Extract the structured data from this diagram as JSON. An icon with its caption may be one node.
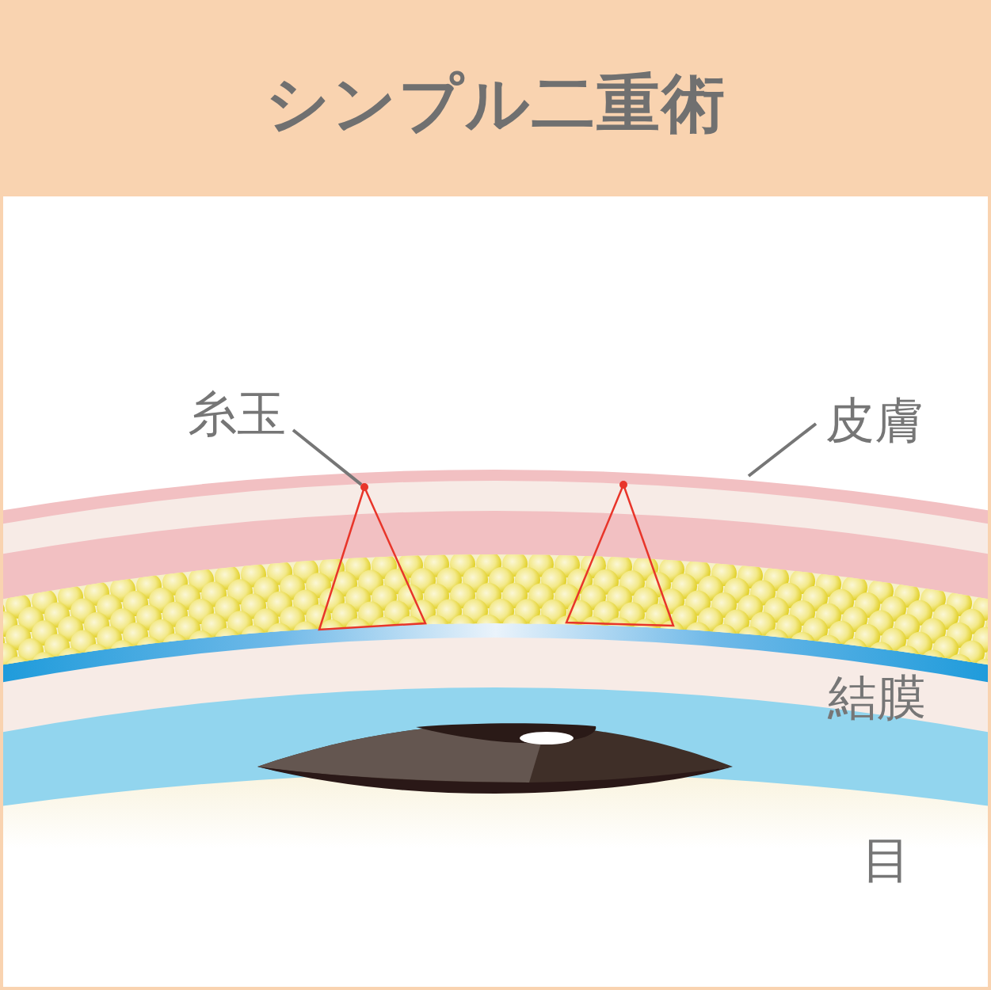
{
  "diagram": {
    "title": "シンプル二重術",
    "nodes": [
      {
        "text": [
          "糸玉"
        ]
      },
      {
        "text": [],
        "shape": "circle"
      },
      {
        "text": [
          "皮膚"
        ]
      }
    ],
    "edges": [
      {
        "from": 0,
        "to": 1,
        "arrow": "none"
      },
      {
        "from": 2,
        "to": null,
        "arrow": "none"
      }
    ],
    "labels": [
      "結膜",
      "目"
    ]
  }
}
